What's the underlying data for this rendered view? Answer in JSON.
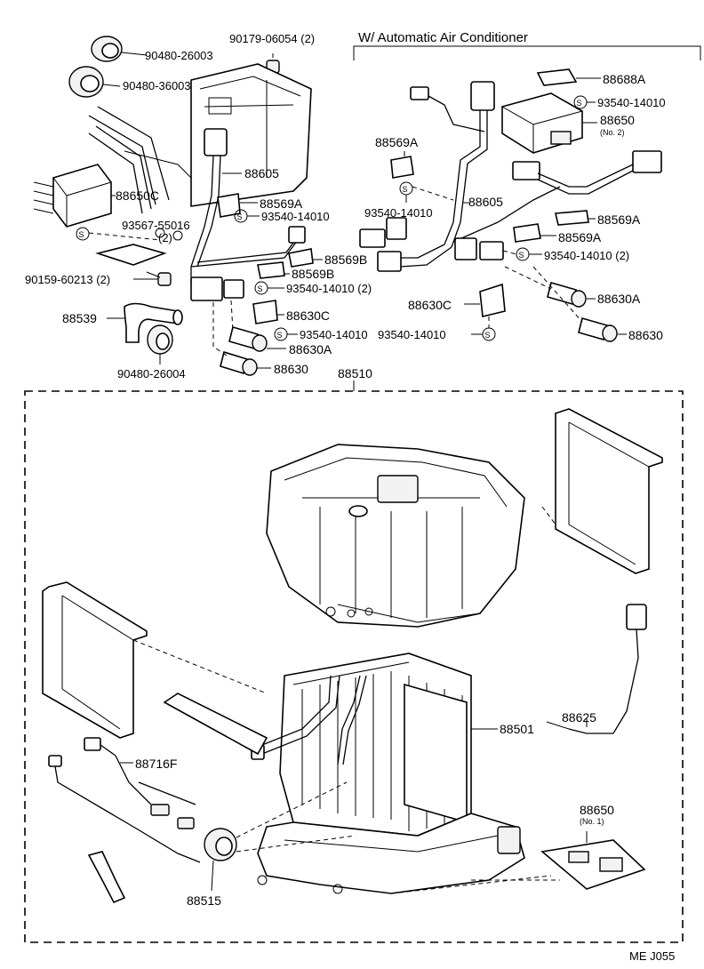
{
  "header": {
    "section_title": "W/ Automatic Air Conditioner"
  },
  "footer": {
    "code": "ME J055"
  },
  "labels": {
    "p90480_26003": "90480-26003",
    "p90480_36003": "90480-36003",
    "p90179_06054": "90179-06054 (2)",
    "p88650C": "88650C",
    "p93567_55016": "93567-55016",
    "p93567_qty": "(2)",
    "p90159_60213": "90159-60213 (2)",
    "p88539": "88539",
    "p90480_26004": "90480-26004",
    "p88605_left": "88605",
    "p88569A_left": "88569A",
    "p93540_left1": "93540-14010",
    "p88569B_1": "88569B",
    "p88569B_2": "88569B",
    "p93540_left2": "93540-14010 (2)",
    "p88630C_left": "88630C",
    "p93540_left3": "93540-14010",
    "p88630A_left": "88630A",
    "p88630_left": "88630",
    "p88688A": "88688A",
    "p93540_right1": "93540-14010",
    "p88650_no2": "88650",
    "p88650_no2_sub": "(No. 2)",
    "p88569A_r1": "88569A",
    "p88605_right": "88605",
    "p93540_right2": "93540-14010",
    "p88569A_r2": "88569A",
    "p88569A_r3": "88569A",
    "p93540_right3": "93540-14010 (2)",
    "p88630C_right": "88630C",
    "p93540_right4": "93540-14010",
    "p88630A_right": "88630A",
    "p88630_right": "88630",
    "p88510": "88510",
    "p88501": "88501",
    "p88625": "88625",
    "p88716F": "88716F",
    "p88515": "88515",
    "p88650_no1": "88650",
    "p88650_no1_sub": "(No. 1)"
  },
  "screw_symbol": "S"
}
